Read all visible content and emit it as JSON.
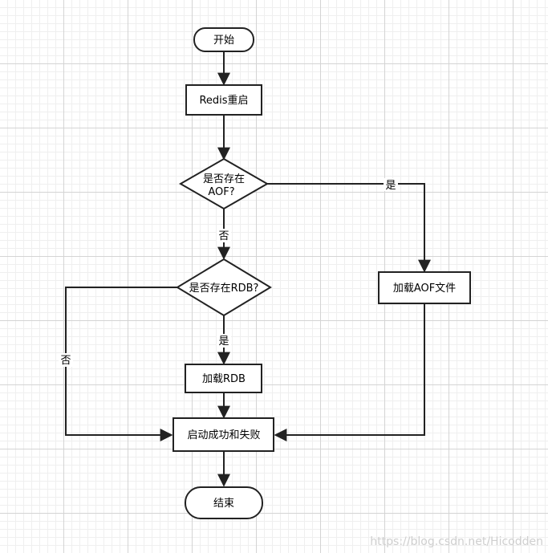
{
  "nodes": {
    "start": "开始",
    "restart": "Redis重启",
    "has_aof_line1": "是否存在",
    "has_aof_line2": "AOF?",
    "load_aof": "加载AOF文件",
    "has_rdb": "是否存在RDB?",
    "load_rdb": "加载RDB",
    "result": "启动成功和失败",
    "end": "结束"
  },
  "edges": {
    "aof_yes": "是",
    "aof_no": "否",
    "rdb_yes": "是",
    "rdb_no": "否"
  },
  "watermark": "https://blog.csdn.net/Hicodden",
  "colors": {
    "stroke": "#222222",
    "fill": "#ffffff"
  }
}
